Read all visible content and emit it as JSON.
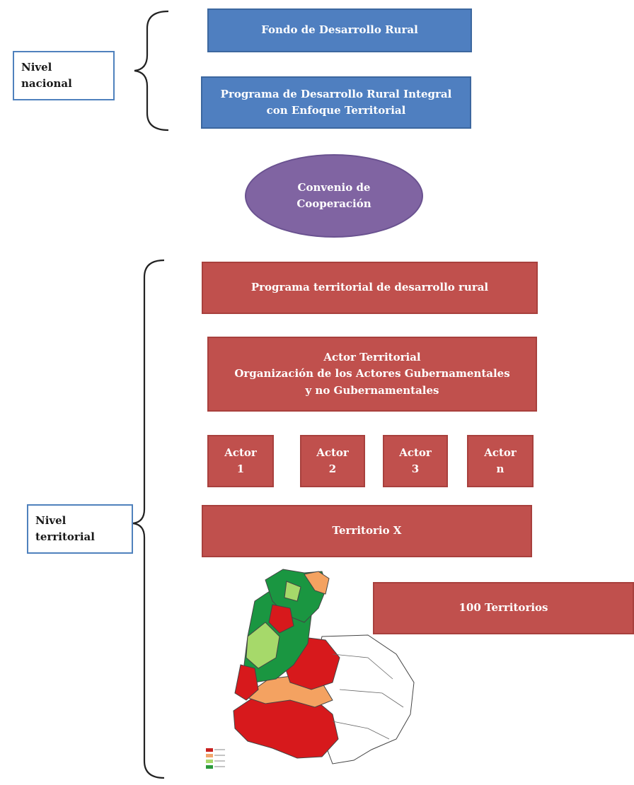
{
  "nacional": {
    "label": "Nivel\nnacional",
    "boxes": [
      "Fondo de Desarrollo Rural",
      "Programa de Desarrollo Rural Integral\ncon Enfoque Territorial"
    ]
  },
  "convenio": "Convenio de\nCooperación",
  "territorial": {
    "label": "Nivel\nterritorial",
    "programa": "Programa territorial de desarrollo rural",
    "actor_territorial": "Actor Territorial\nOrganización de los Actores Gubernamentales\ny no Gubernamentales",
    "actors": [
      "Actor\n1",
      "Actor\n2",
      "Actor\n3",
      "Actor\nn"
    ],
    "territorio": "Territorio X",
    "cien": "100 Territorios"
  },
  "map": {
    "legend_colors": [
      "#c8201f",
      "#f2a66c",
      "#a6d96a",
      "#2c9a3c"
    ],
    "fill_colors": {
      "red": "#d7191c",
      "orange": "#f4a261",
      "light_green": "#a6d96a",
      "dark_green": "#1a9641",
      "white": "#ffffff"
    }
  },
  "colors": {
    "blue": "#4f7fc0",
    "red": "#c0504d",
    "purple": "#8064a2",
    "label_border": "#4f81bd"
  }
}
